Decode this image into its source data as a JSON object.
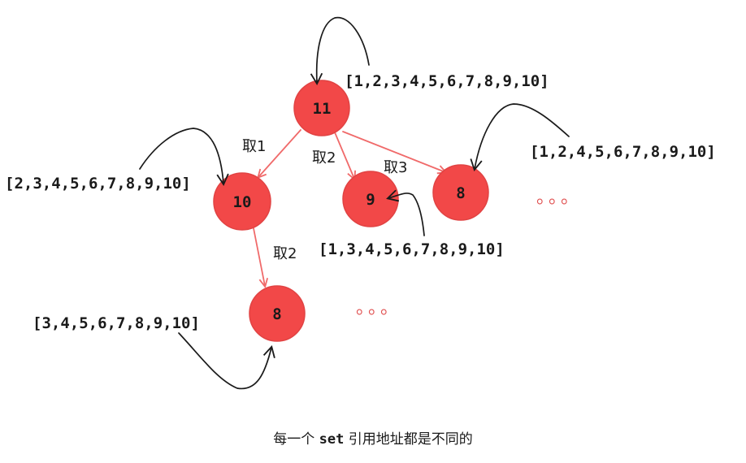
{
  "colors": {
    "node_fill": "#f24848",
    "node_edge": "#e14343",
    "edge": "#f06a6a",
    "ink": "#1a1a1a"
  },
  "nodes": {
    "n11": "11",
    "n10": "10",
    "n9": "9",
    "n8_right": "8",
    "n8_bottom": "8"
  },
  "sets": {
    "s11": "[1,2,3,4,5,6,7,8,9,10]",
    "s10": "[2,3,4,5,6,7,8,9,10]",
    "s9": "[1,3,4,5,6,7,8,9,10]",
    "s8_right": "[1,2,4,5,6,7,8,9,10]",
    "s8_bottom": "[3,4,5,6,7,8,9,10]"
  },
  "edges": {
    "take1": "取1",
    "take2_a": "取2",
    "take3": "取3",
    "take2_b": "取2"
  },
  "ellipsis": {
    "right": "。。。",
    "bottom": "。。。"
  },
  "caption": {
    "part1": "每一个 ",
    "code": "set",
    "part2": " 引用地址都是不同的"
  }
}
